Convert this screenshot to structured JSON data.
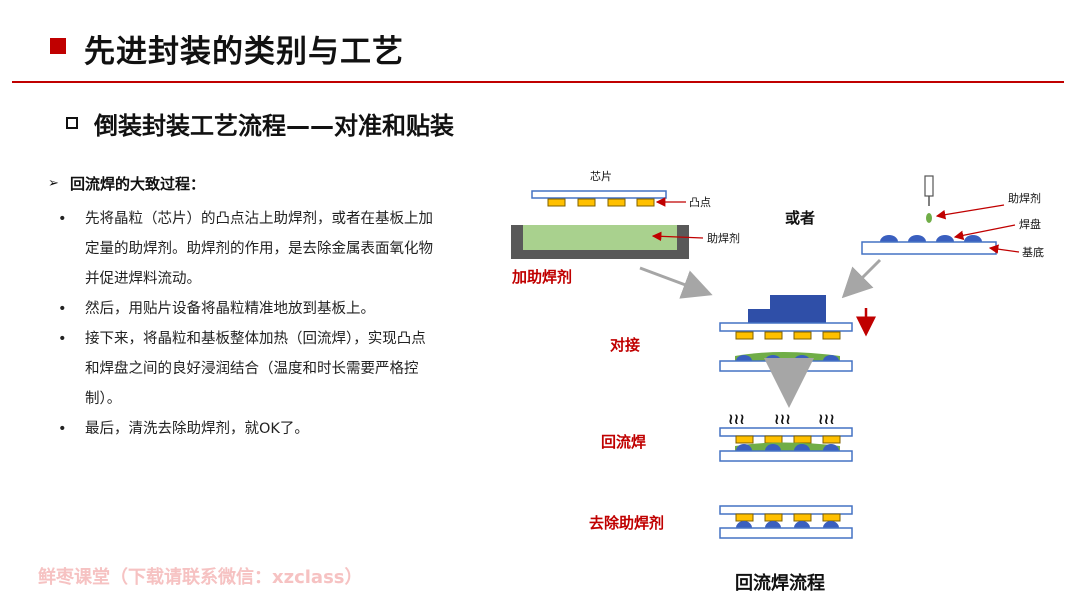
{
  "header": {
    "title": "先进封装的类别与工艺"
  },
  "subheader": {
    "title": "倒装封装工艺流程——对准和贴装"
  },
  "section": {
    "marker": "➢",
    "heading": "回流焊的大致过程：",
    "bullet_marker": "•",
    "bullets": [
      {
        "lines": [
          "先将晶粒（芯片）的凸点沾上助焊剂，或者在基板上加",
          "定量的助焊剂。助焊剂的作用，是去除金属表面氧化物",
          "并促进焊料流动。"
        ]
      },
      {
        "lines": [
          "然后，用贴片设备将晶粒精准地放到基板上。"
        ]
      },
      {
        "lines": [
          "接下来，将晶粒和基板整体加热（回流焊），实现凸点",
          "和焊盘之间的良好浸润结合（温度和时长需要严格控",
          "制）。"
        ]
      },
      {
        "lines": [
          "最后，清洗去除助焊剂，就OK了。"
        ]
      }
    ]
  },
  "watermark": "鲜枣课堂（下载请联系微信：xzclass）",
  "diagram": {
    "chip_label": "芯片",
    "bump_label": "凸点",
    "flux_label_left": "助焊剂",
    "or_label": "或者",
    "flux_label_right": "助焊剂",
    "pad_label": "焊盘",
    "substrate_label": "基底",
    "step_add_flux": "加助焊剂",
    "step_align": "对接",
    "step_reflow": "回流焊",
    "step_clean": "去除助焊剂",
    "heat_symbols": [
      "≀≀≀",
      "≀≀≀",
      "≀≀≀"
    ],
    "caption": "回流焊流程",
    "colors": {
      "accent": "#c00000",
      "frame": "#4472c4",
      "bump": "#ffc000",
      "flux": "#a9d18e",
      "solder": "#3a5fbf",
      "gray_arrow": "#a6a6a6"
    }
  }
}
